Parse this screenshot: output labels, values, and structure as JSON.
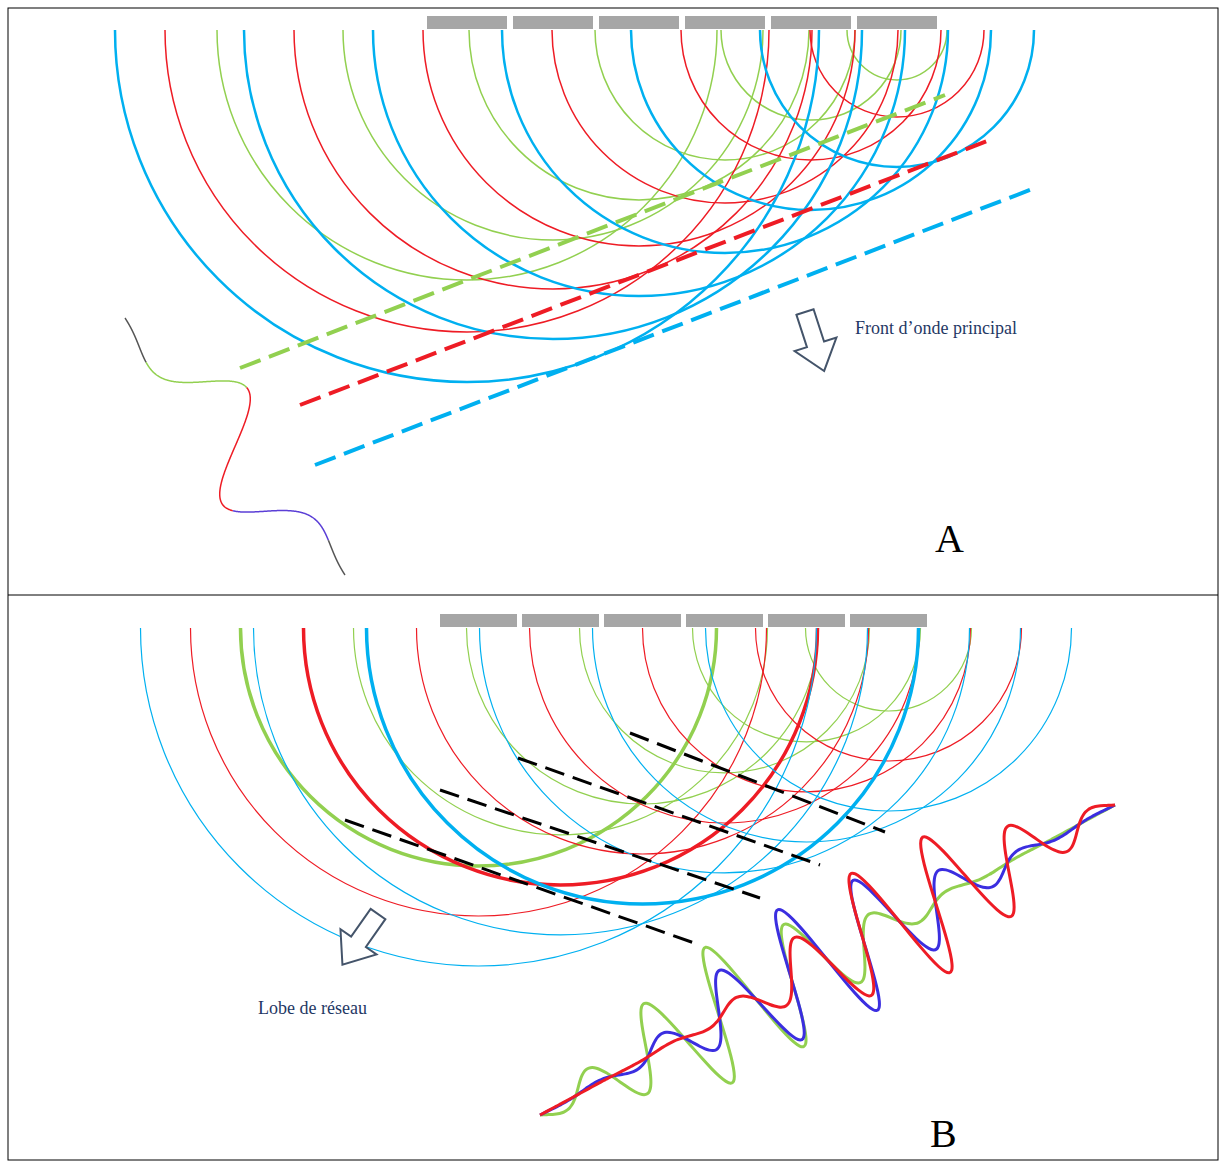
{
  "diagram": {
    "labels": [
      "Front d’onde principal",
      "A",
      "Lobe de réseau",
      "B"
    ]
  }
}
